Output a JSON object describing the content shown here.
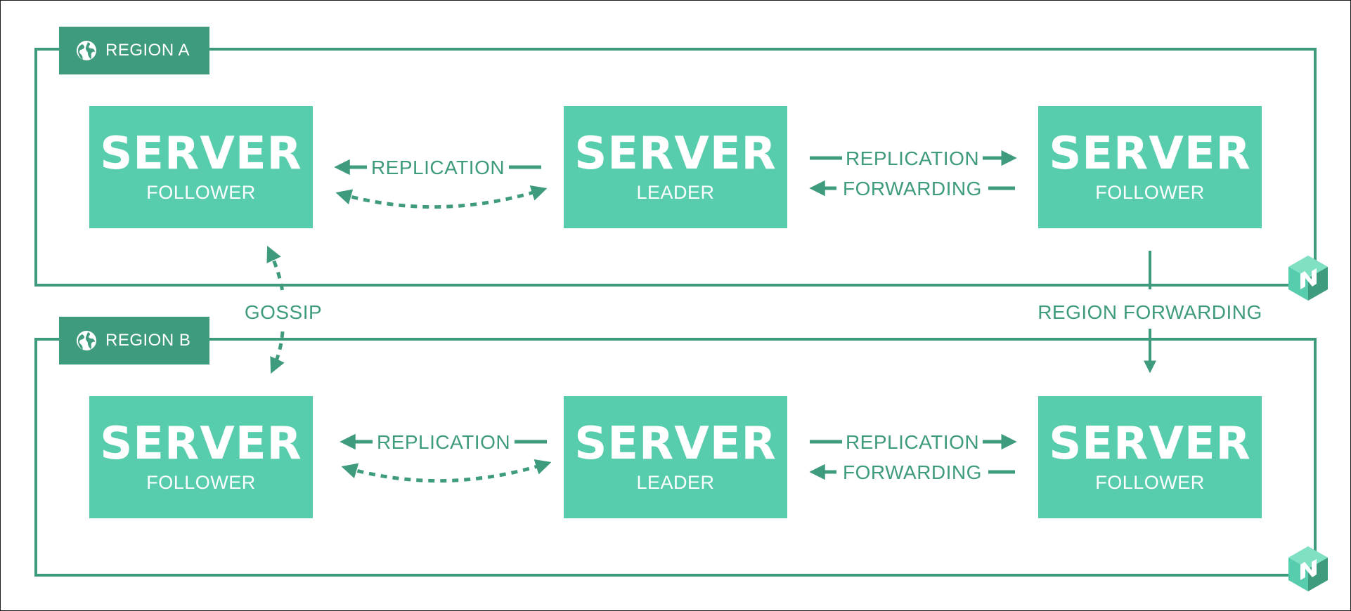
{
  "regions": [
    {
      "label": "REGION A",
      "servers": [
        {
          "title": "SERVER",
          "role": "FOLLOWER"
        },
        {
          "title": "SERVER",
          "role": "LEADER"
        },
        {
          "title": "SERVER",
          "role": "FOLLOWER"
        }
      ],
      "links": {
        "left_replication": "REPLICATION",
        "right_replication": "REPLICATION",
        "right_forwarding": "FORWARDING"
      }
    },
    {
      "label": "REGION B",
      "servers": [
        {
          "title": "SERVER",
          "role": "FOLLOWER"
        },
        {
          "title": "SERVER",
          "role": "LEADER"
        },
        {
          "title": "SERVER",
          "role": "FOLLOWER"
        }
      ],
      "links": {
        "left_replication": "REPLICATION",
        "right_replication": "REPLICATION",
        "right_forwarding": "FORWARDING"
      }
    }
  ],
  "cross_region": {
    "gossip": "GOSSIP",
    "region_forwarding": "REGION FORWARDING"
  },
  "colors": {
    "accent": "#3f9b7d",
    "server_fill": "#58cdad",
    "logo_light": "#7fe0c4",
    "logo_mid": "#58cdad",
    "logo_dark": "#3f9b7d"
  },
  "icons": {
    "region_tag": "globe-icon",
    "corner_logo": "nomad-logo-icon"
  }
}
